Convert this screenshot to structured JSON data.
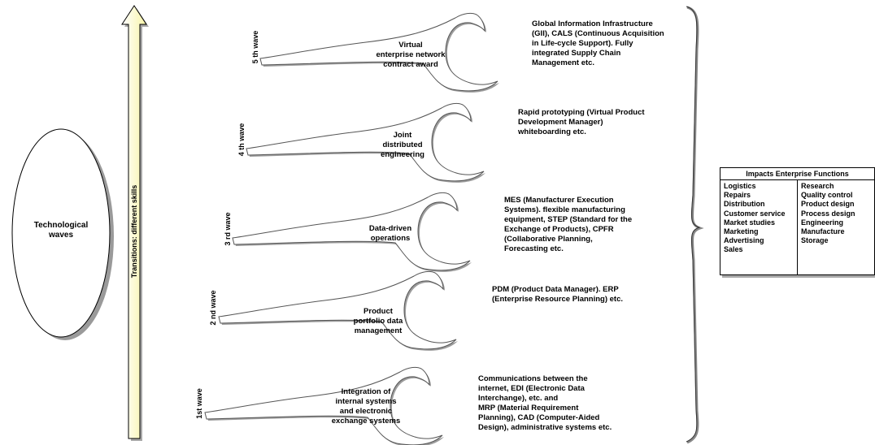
{
  "left_label": "Technological\nwaves",
  "arrow_label": "Transitions: different skills",
  "waves": [
    {
      "label": "5 th wave",
      "center_text": "Virtual\nenterprise network\ncontract award",
      "description": "Global Information Infrastructure\n(GII), CALS (Continuous Acquisition\nin Life-cycle Support). Fully\nintegrated Supply Chain\nManagement etc."
    },
    {
      "label": "4 th wave",
      "center_text": "Joint\ndistributed\nengineering",
      "description": "Rapid prototyping (Virtual Product\nDevelopment Manager)\nwhiteboarding etc."
    },
    {
      "label": "3 rd wave",
      "center_text": "Data-driven\noperations",
      "description": "MES (Manufacturer Execution\nSystems). flexible manufacturing\nequipment, STEP (Standard for the\nExchange of Products), CPFR\n(Collaborative Planning,\nForecasting etc."
    },
    {
      "label": "2 nd wave",
      "center_text": "Product\nportfolio data\nmanagement",
      "description": "PDM (Product Data Manager). ERP\n(Enterprise Resource Planning) etc."
    },
    {
      "label": "1st wave",
      "center_text": "Integration of\ninternal systems\nand electronic\nexchange systems",
      "description": "Communications between the\ninternet, EDI (Electronic Data\nInterchange), etc. and\nMRP (Material Requirement\nPlanning), CAD (Computer-Aided\nDesign), administrative systems etc."
    }
  ],
  "impacts": {
    "title": "Impacts Enterprise Functions",
    "left": [
      "Logistics",
      "Repairs",
      "Distribution",
      "Customer service",
      "Market studies",
      "Marketing",
      "Advertising",
      "Sales"
    ],
    "right": [
      "Research",
      "Quality control",
      "Product design",
      "Process design",
      "Engineering",
      "Manufacture",
      "Storage"
    ]
  }
}
